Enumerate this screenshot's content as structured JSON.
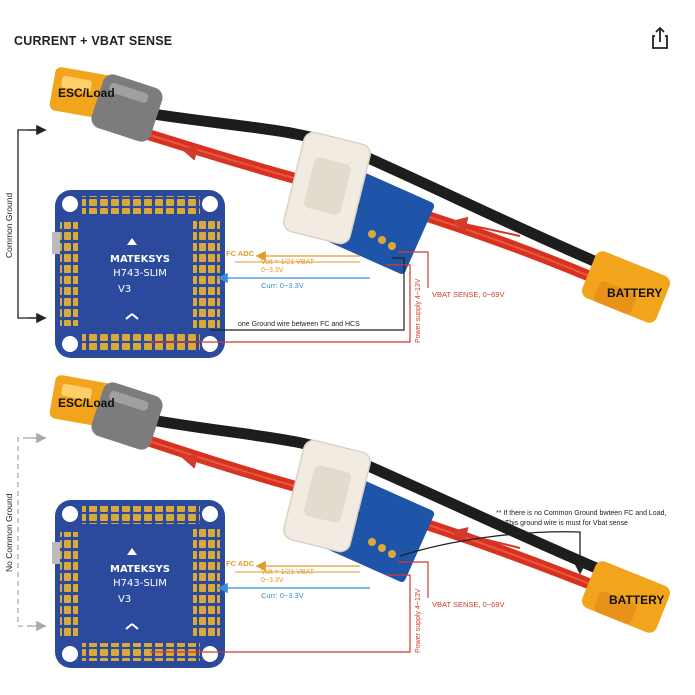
{
  "title": "CURRENT + VBAT SENSE",
  "colors": {
    "board": "#2b4a9e",
    "pad": "#d9a93a",
    "xt60": "#f2a51c",
    "red_wire": "#d8321f",
    "black_wire": "#1d1d1d",
    "sensor": "#1f55a8",
    "arrow_red": "#d23a2a",
    "arrow_orange": "#e39a2c",
    "arrow_blue": "#3a8fd6"
  },
  "top": {
    "esc_label": "ESC/Load",
    "battery_label": "BATTERY",
    "ground_label": "Common Ground",
    "fc_adc": "FC ADC",
    "volt": "Volt = 1/21 VBAT",
    "volt_range": "0~3.3V",
    "curr": "Curr: 0~3.3V",
    "ground_wire": "one Ground wire between FC and HCS",
    "power_supply": "Power supply 4~13V",
    "vbat_sense": "VBAT SENSE, 0~69V",
    "board_brand": "MATEKSYS",
    "board_model": "H743-SLIM",
    "board_ver": "V3"
  },
  "bottom": {
    "esc_label": "ESC/Load",
    "battery_label": "BATTERY",
    "ground_label": "No Common Ground",
    "fc_adc": "FC ADC",
    "volt": "Volt = 1/21 VBAT",
    "volt_range": "0~3.3V",
    "curr": "Curr: 0~3.3V",
    "power_supply": "Power supply 4~13V",
    "vbat_sense": "VBAT SENSE, 0~69V",
    "note_line1": "** If there is no Common Ground bwteen FC and Load,",
    "note_line2": "This ground wire is must for Vbat sense",
    "board_brand": "MATEKSYS",
    "board_model": "H743-SLIM",
    "board_ver": "V3"
  }
}
